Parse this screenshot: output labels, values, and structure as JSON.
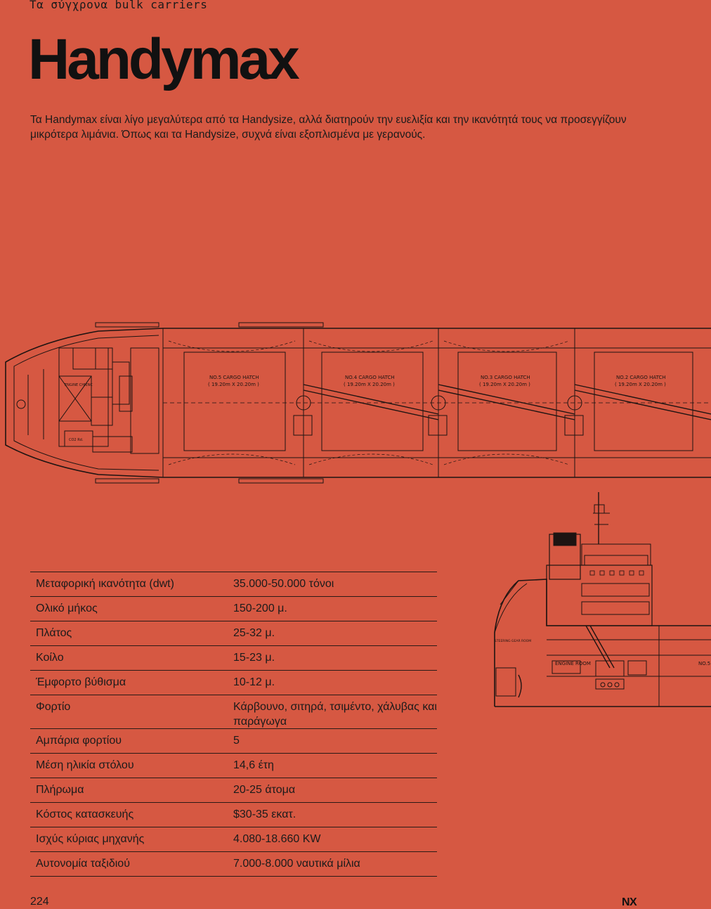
{
  "header": {
    "kicker": "Τα σύγχρονα bulk carriers",
    "title": "Handymax"
  },
  "intro": "Τα Handymax είναι λίγο μεγαλύτερα από τα Handysize, αλλά διατηρούν την ευελιξία και την ικανότητά τους να προσεγγίζουν μικρότερα λιμάνια. Όπως και τα Handysize, συχνά είναι εξοπλισμένα με γερανούς.",
  "deck_plan": {
    "hatches": [
      {
        "label": "NO.5  CARGO HATCH",
        "size": "( 19.20m  X  20.20m )"
      },
      {
        "label": "NO.4  CARGO HATCH",
        "size": "( 19.20m  X  20.20m )"
      },
      {
        "label": "NO.3  CARGO HATCH",
        "size": "( 19.20m  X  20.20m )"
      },
      {
        "label": "NO.2  CARGO HATCH",
        "size": "( 19.20m  X  20.20m )"
      }
    ],
    "room_labels": {
      "engine": "ENGINE CHIENC",
      "co2": "CO2 Rd."
    }
  },
  "side_profile": {
    "engine_room": "ENGINE ROOM",
    "hold_label": "NO.5",
    "steering": "STEERING GEAR ROOM"
  },
  "specs": [
    {
      "label": "Μεταφορική ικανότητα (dwt)",
      "value": "35.000-50.000 τόνοι"
    },
    {
      "label": "Ολικό μήκος",
      "value": "150-200 μ."
    },
    {
      "label": "Πλάτος",
      "value": "25-32 μ."
    },
    {
      "label": "Κοίλο",
      "value": "15-23 μ."
    },
    {
      "label": "Έμφορτο βύθισμα",
      "value": "10-12 μ."
    },
    {
      "label": "Φορτίο",
      "value": "Κάρβουνο, σιτηρά, τσιμέντο, χάλυβας και παράγωγα"
    },
    {
      "label": "Αμπάρια φορτίου",
      "value": "5"
    },
    {
      "label": "Μέση ηλικία στόλου",
      "value": "14,6 έτη"
    },
    {
      "label": "Πλήρωμα",
      "value": "20-25 άτομα"
    },
    {
      "label": "Κόστος κατασκευής",
      "value": "$30-35 εκατ."
    },
    {
      "label": "Ισχύς κύριας μηχανής",
      "value": "4.080-18.660 KW"
    },
    {
      "label": "Αυτονομία ταξιδιού",
      "value": "7.000-8.000 ναυτικά μίλια"
    }
  ],
  "footer": {
    "page_number": "224",
    "brand": "NX"
  },
  "colors": {
    "background": "#d65842",
    "ink": "#141414"
  }
}
